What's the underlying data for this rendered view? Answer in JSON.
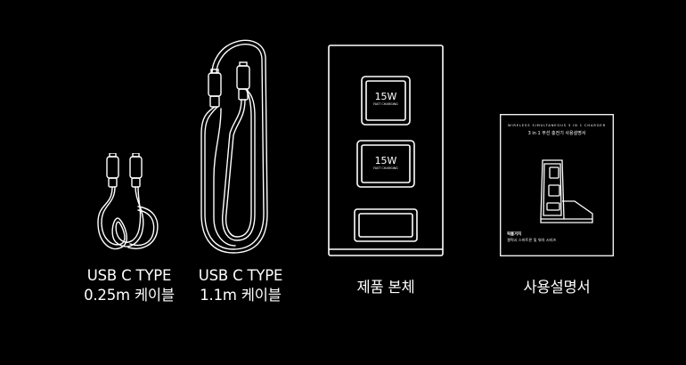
{
  "items": [
    {
      "line1": "USB C TYPE",
      "line2": "0.25m 케이블"
    },
    {
      "line1": "USB C TYPE",
      "line2": "1.1m 케이블"
    },
    {
      "line1": "제품 본체",
      "pad_top_watt": "15W",
      "pad_top_sub": "FAST CHARGING",
      "pad_mid_watt": "15W",
      "pad_mid_sub": "FAST CHARGING"
    },
    {
      "line1": "사용설명서",
      "manual_header_en": "WIRELESS SIMULTANEOUS 3 IN 1 CHARGER",
      "manual_header_ko": "3 in 1 무선 충전기 사용설명서",
      "manual_footer_1": "픽볼거치",
      "manual_footer_2": "갤럭시 스마트폰 및 워치 시리즈"
    }
  ],
  "colors": {
    "background": "#000000",
    "line": "#ffffff"
  }
}
